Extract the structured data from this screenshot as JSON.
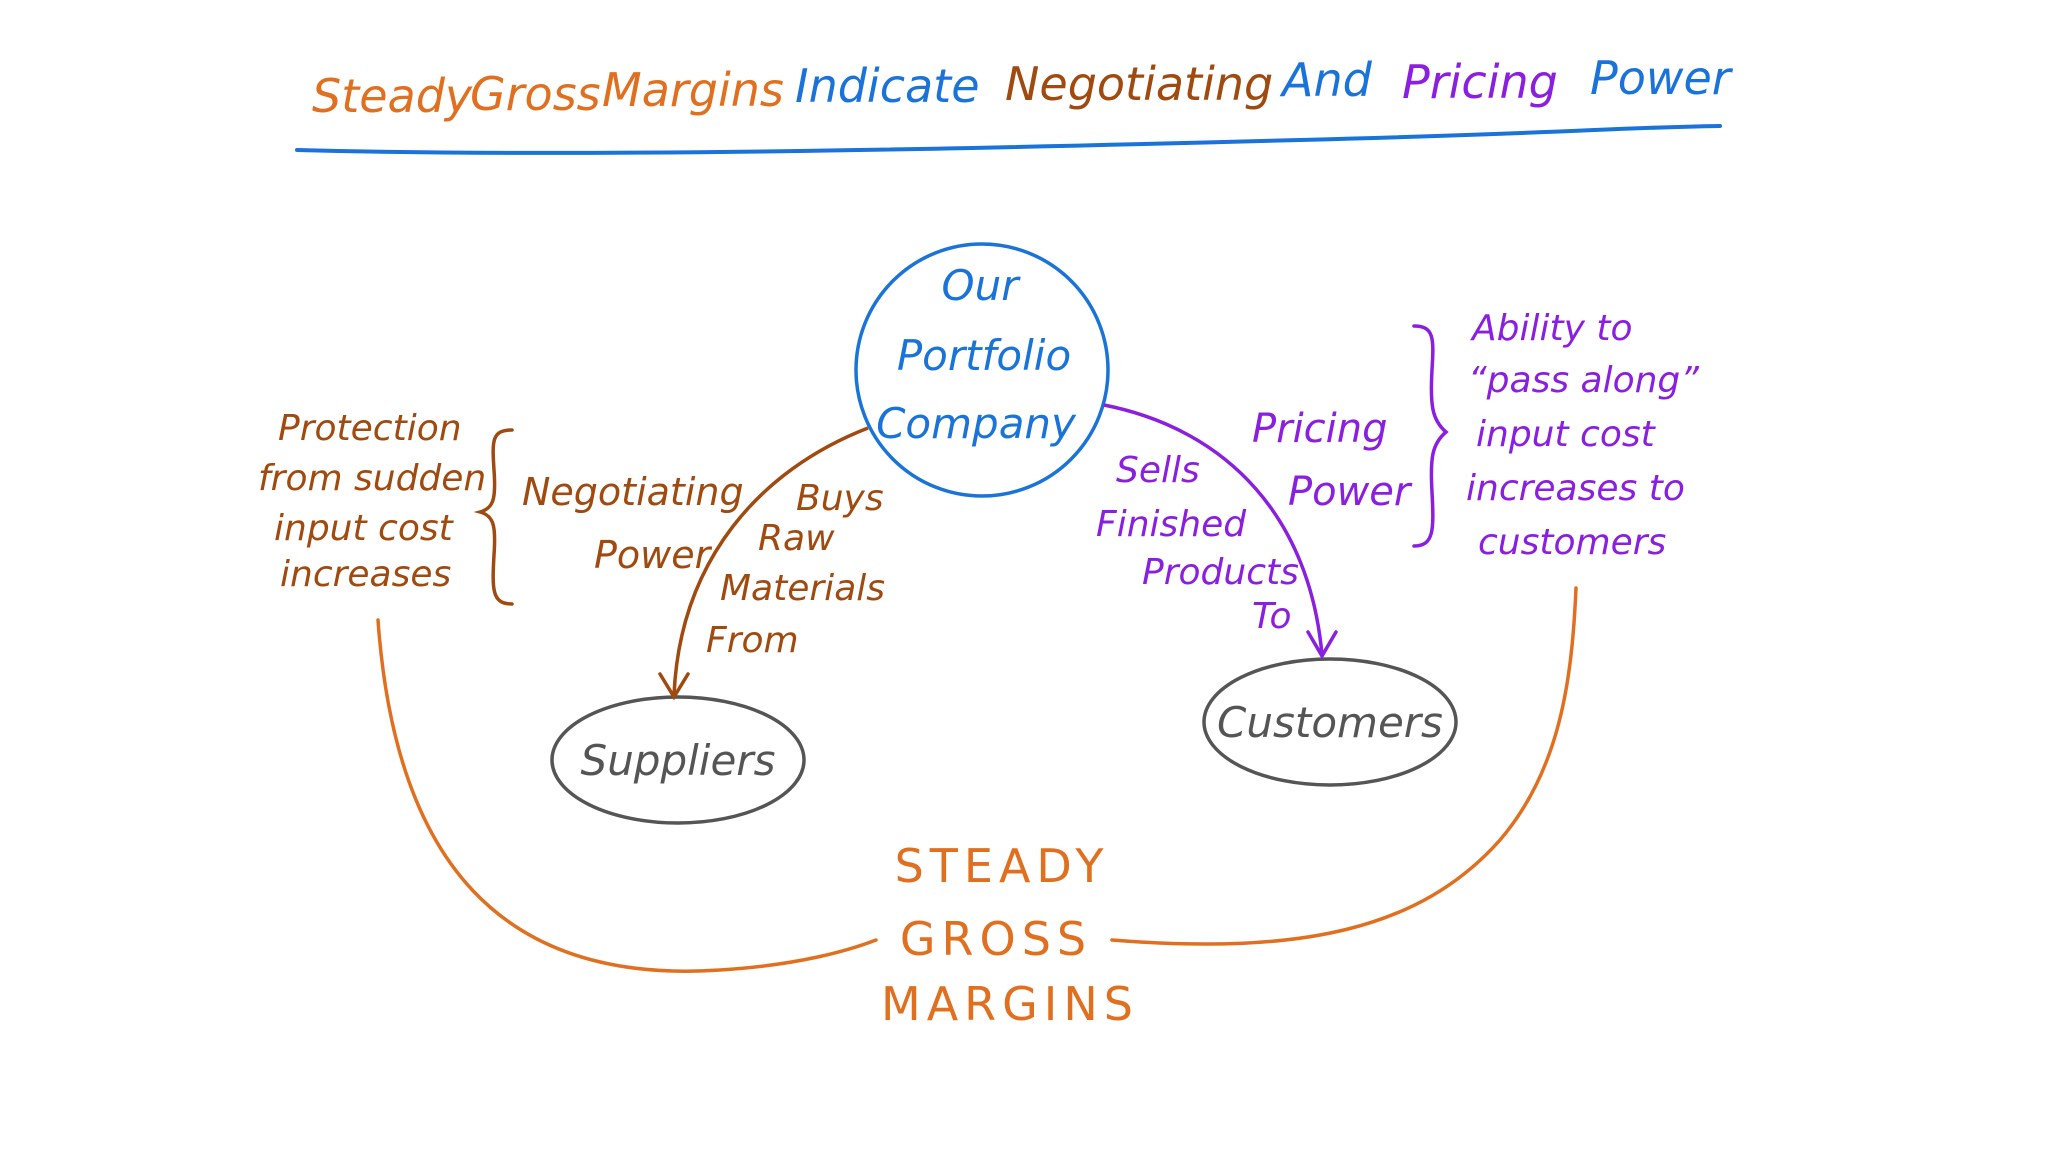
{
  "colors": {
    "orange": "#e07020",
    "blue": "#1a73d9",
    "brown": "#a04a10",
    "purple": "#8a1fe0",
    "gray": "#555555"
  },
  "title": {
    "words": [
      {
        "text": "Steady",
        "color": "orange"
      },
      {
        "text": "Gross",
        "color": "orange"
      },
      {
        "text": "Margins",
        "color": "orange"
      },
      {
        "text": "Indicate",
        "color": "blue"
      },
      {
        "text": "Negotiating",
        "color": "brown"
      },
      {
        "text": "And",
        "color": "blue"
      },
      {
        "text": "Pricing",
        "color": "purple"
      },
      {
        "text": "Power",
        "color": "blue"
      }
    ]
  },
  "center_node": {
    "lines": [
      "Our",
      "Portfolio",
      "Company"
    ]
  },
  "suppliers_node": {
    "label": "Suppliers"
  },
  "customers_node": {
    "label": "Customers"
  },
  "left_arrow_label": {
    "lines": [
      "Buys",
      "Raw",
      "Materials",
      "From"
    ]
  },
  "right_arrow_label": {
    "lines": [
      "Sells",
      "Finished",
      "Products",
      "To"
    ]
  },
  "negotiating_power": {
    "lines": [
      "Negotiating",
      "Power"
    ]
  },
  "pricing_power": {
    "lines": [
      "Pricing",
      "Power"
    ]
  },
  "left_note": {
    "lines": [
      "Protection",
      "from sudden",
      "input cost",
      "increases"
    ]
  },
  "right_note": {
    "lines": [
      "Ability to",
      "“pass along”",
      "input cost",
      "increases to",
      "customers"
    ]
  },
  "bottom_label": {
    "lines": [
      "STEADY",
      "GROSS",
      "MARGINS"
    ]
  }
}
